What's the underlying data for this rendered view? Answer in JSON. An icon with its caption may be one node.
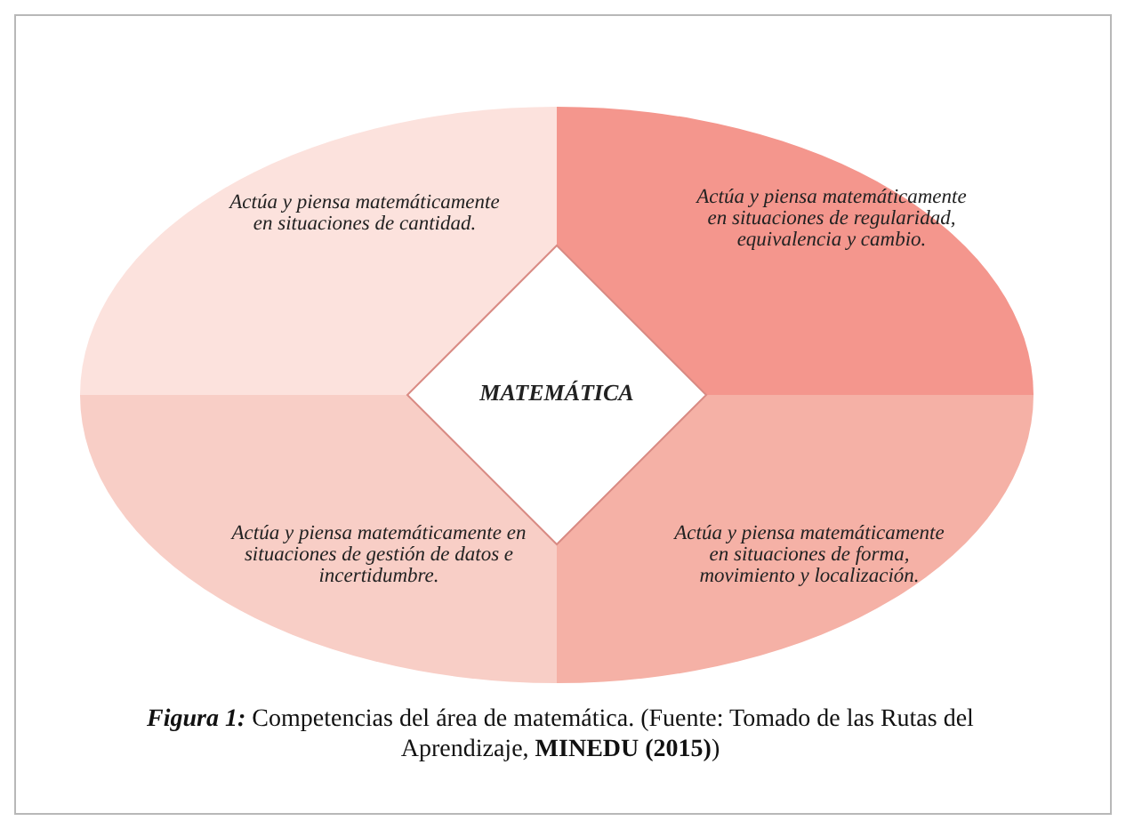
{
  "diagram": {
    "caption": "**Figura 1:** Competencias del área de matemática. (Fuente: Tomado de las Rutas del Aprendizaje, **MINEDU (2015)**)",
    "nodes": [
      {
        "text": [
          "Actúa y piensa matemáticamente en situaciones de cantidad."
        ]
      },
      {
        "text": [
          "Actúa y piensa matemáticamente en situaciones de regularidad, equivalencia y cambio."
        ]
      },
      {
        "text": [
          "MATEMÁTICA"
        ]
      },
      {
        "text": [
          "Actúa y piensa matemáticamente en situaciones de gestión de datos e incertidumbre."
        ]
      },
      {
        "text": [
          "Actúa y piensa matemáticamente en situaciones de forma, movimiento y localización."
        ]
      }
    ]
  }
}
